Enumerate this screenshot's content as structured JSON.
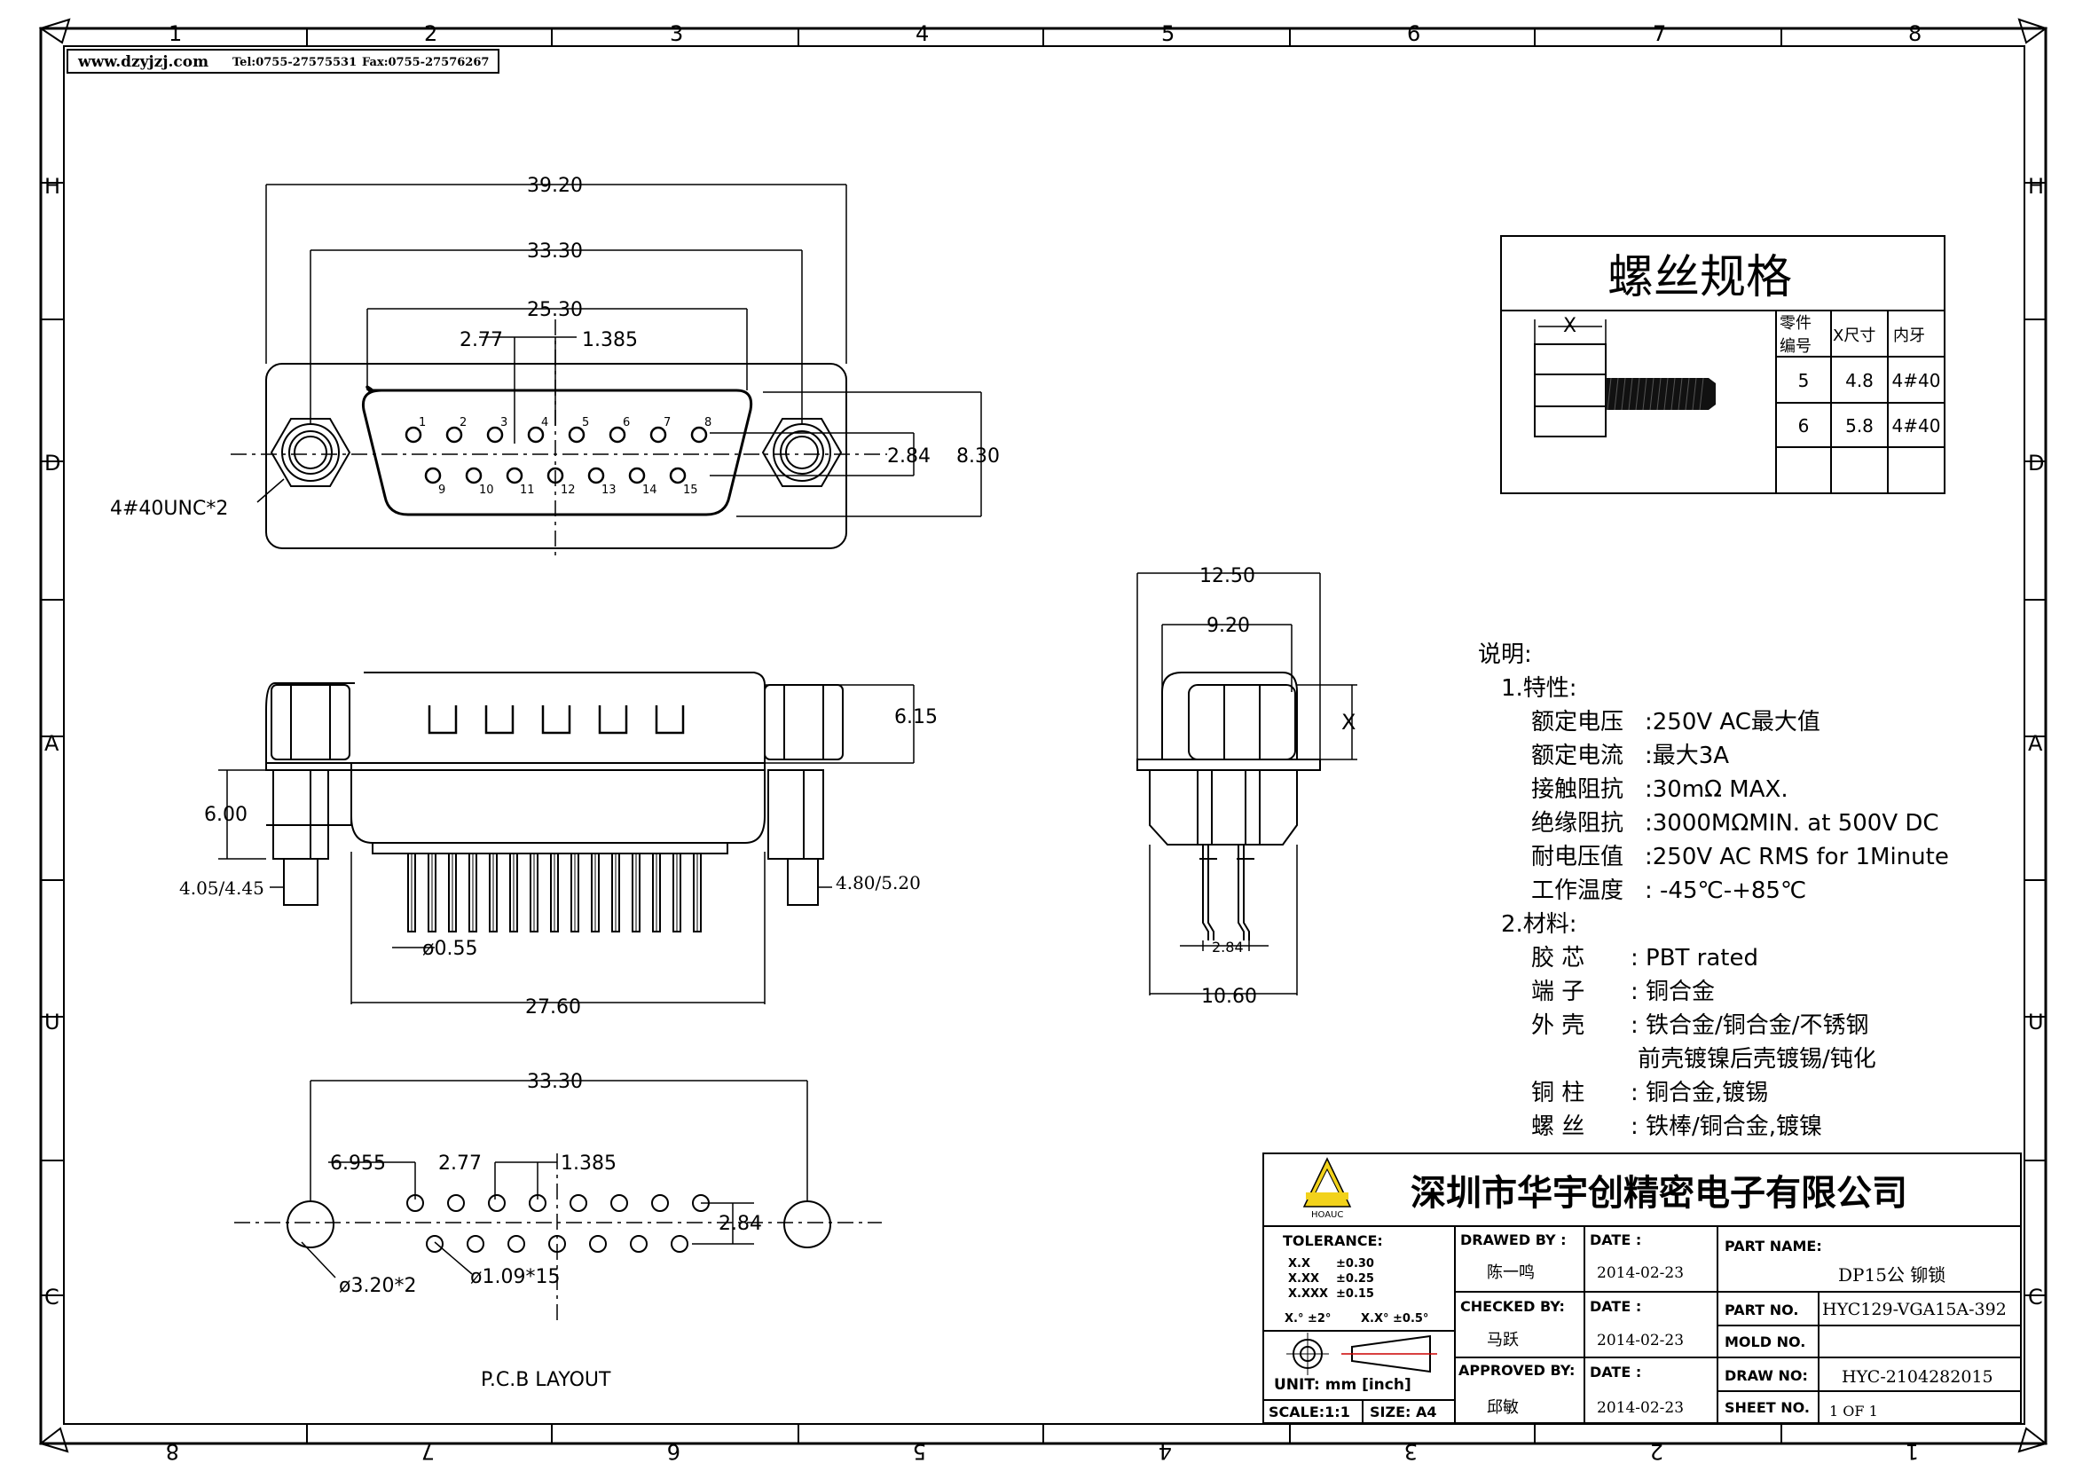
{
  "header": {
    "website": "www.dzyjzj.com",
    "tel": "Tel:0755-27575531",
    "fax": "Fax:0755-27576267"
  },
  "border": {
    "columns_top": [
      "1",
      "2",
      "3",
      "4",
      "5",
      "6",
      "7",
      "8"
    ],
    "columns_bottom": [
      "8",
      "7",
      "6",
      "5",
      "4",
      "3",
      "2",
      "1"
    ],
    "rows_left": [
      "H",
      "D",
      "A",
      "U",
      "C"
    ],
    "rows_right": [
      "H",
      "D",
      "A",
      "U",
      "C"
    ]
  },
  "front_view": {
    "dim_overall": "39.20",
    "dim_mount": "33.30",
    "dim_shell": "25.30",
    "dim_pitch": "2.77",
    "dim_half_pitch": "1.385",
    "dim_row_spacing": "2.84",
    "dim_height": "8.30",
    "screw_label": "4#40UNC*2",
    "pins_top": [
      "1",
      "2",
      "3",
      "4",
      "5",
      "6",
      "7",
      "8"
    ],
    "pins_bottom": [
      "9",
      "10",
      "11",
      "12",
      "13",
      "14",
      "15"
    ]
  },
  "side_view": {
    "dim_shell_height": "6.15",
    "dim_standoff": "6.00",
    "dim_left_post": "4.05/4.45",
    "dim_right_post": "4.80/5.20",
    "dim_pin_dia": "ø0.55",
    "dim_body_width": "27.60"
  },
  "end_view": {
    "dim_flange": "12.50",
    "dim_shell": "9.20",
    "dim_x": "X",
    "dim_pin_row": "2.84",
    "dim_base": "10.60"
  },
  "pcb_layout": {
    "dim_mount": "33.30",
    "dim_offset": "6.955",
    "dim_pitch": "2.77",
    "dim_half_pitch": "1.385",
    "dim_row_spacing": "2.84",
    "dim_mount_hole": "ø3.20*2",
    "dim_pin_hole": "ø1.09*15",
    "title": "P.C.B LAYOUT"
  },
  "screw_spec": {
    "title": "螺丝规格",
    "x_label": "X",
    "headers": [
      "零件编号",
      "X尺寸",
      "内牙"
    ],
    "rows": [
      [
        "5",
        "4.8",
        "4#40"
      ],
      [
        "6",
        "5.8",
        "4#40"
      ],
      [
        "",
        "",
        ""
      ]
    ]
  },
  "notes": {
    "heading": "说明:",
    "section1": "1.特性:",
    "props": [
      {
        "label": "额定电压",
        "value": ":250V AC最大值"
      },
      {
        "label": "额定电流",
        "value": ":最大3A"
      },
      {
        "label": "接触阻抗",
        "value": ":30mΩ MAX."
      },
      {
        "label": "绝缘阻抗",
        "value": ":3000MΩMIN. at 500V DC"
      },
      {
        "label": "耐电压值",
        "value": ":250V AC RMS for 1Minute"
      },
      {
        "label": "工作温度",
        "value": ": -45℃-+85℃"
      }
    ],
    "section2": "2.材料:",
    "materials": [
      {
        "label": "胶 芯",
        "value": ": PBT rated"
      },
      {
        "label": "端 子",
        "value": ": 铜合金"
      },
      {
        "label": "外 壳",
        "value": ": 铁合金/铜合金/不锈钢"
      },
      {
        "label": "",
        "value": "前壳镀镍后壳镀锡/钝化"
      },
      {
        "label": "铜 柱",
        "value": ": 铜合金,镀锡"
      },
      {
        "label": "螺 丝",
        "value": ": 铁棒/铜合金,镀镍"
      }
    ]
  },
  "title_block": {
    "company": "深圳市华宇创精密电子有限公司",
    "logo_text": "HOAUC",
    "tolerance_label": "TOLERANCE:",
    "tol": [
      {
        "k": "X.X",
        "v": "±0.30"
      },
      {
        "k": "X.XX",
        "v": "±0.25"
      },
      {
        "k": "X.XXX",
        "v": "±0.15"
      }
    ],
    "angle_tol1": "X.° ±2°",
    "angle_tol2": "X.X° ±0.5°",
    "unit": "UNIT: mm [inch]",
    "scale": "SCALE:1:1",
    "size": "SIZE: A4",
    "drawn_by_label": "DRAWED BY :",
    "drawn_by": "陈一鸣",
    "checked_by_label": "CHECKED BY:",
    "checked_by": "马跃",
    "approved_by_label": "APPROVED BY:",
    "approved_by": "邱敏",
    "date_label": "DATE :",
    "date1": "2014-02-23",
    "date2": "2014-02-23",
    "date3": "2014-02-23",
    "part_name_label": "PART NAME:",
    "part_name": "DP15公 铆锁",
    "part_no_label": "PART NO.",
    "part_no": "HYC129-VGA15A-392",
    "mold_no_label": "MOLD NO.",
    "mold_no": "",
    "draw_no_label": "DRAW NO:",
    "draw_no": "HYC-2104282015",
    "sheet_no_label": "SHEET NO.",
    "sheet_no": "1 OF 1"
  }
}
